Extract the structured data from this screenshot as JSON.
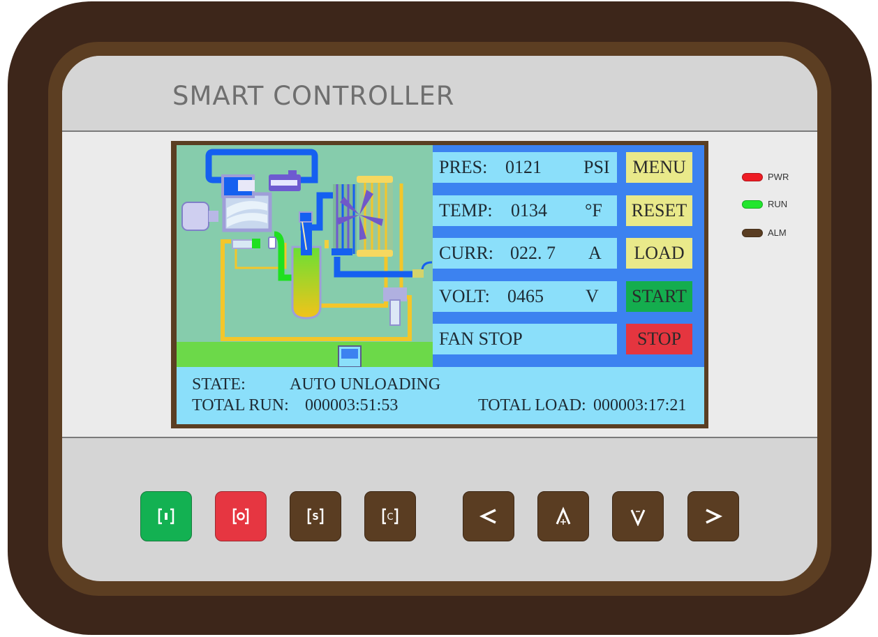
{
  "device": {
    "brand": "SMART CONTROLLER",
    "colors": {
      "bezel_outer": "#3d261a",
      "bezel_inner": "#5c3e22",
      "face": "#d5d5d5",
      "lcd_panel_blue": "#3c82f0",
      "lcd_field": "#8bdffa",
      "diagram_bg": "#86ccac"
    }
  },
  "leds": [
    {
      "label": "PWR",
      "color": "#ee1c24",
      "state": "on"
    },
    {
      "label": "RUN",
      "color": "#22e62e",
      "state": "on"
    },
    {
      "label": "ALM",
      "color": "#5a3d22",
      "state": "off"
    }
  ],
  "lcd": {
    "readings": [
      {
        "label": "PRES:",
        "value": "0121",
        "unit": "PSI"
      },
      {
        "label": "TEMP:",
        "value": "0134",
        "unit": "°F"
      },
      {
        "label": "CURR:",
        "value": "022. 7",
        "unit": "A"
      },
      {
        "label": "VOLT:",
        "value": "0465",
        "unit": "V"
      }
    ],
    "fan_status": "FAN STOP",
    "softkeys": [
      {
        "label": "MENU",
        "color": "#e9e98a"
      },
      {
        "label": "RESET",
        "color": "#e9e98a"
      },
      {
        "label": "LOAD",
        "color": "#e9e98a"
      },
      {
        "label": "START",
        "color": "#14ad4e"
      },
      {
        "label": "STOP",
        "color": "#e5353f"
      }
    ],
    "status": {
      "state_label": "STATE:",
      "state_value": "AUTO UNLOADING",
      "total_run_label": "TOTAL RUN:",
      "total_run_value": "000003:51:53",
      "total_load_label": "TOTAL LOAD:",
      "total_load_value": "000003:17:21"
    }
  },
  "keys": [
    {
      "name": "start-key",
      "glyph": "I",
      "icon": "start-icon",
      "color": "green"
    },
    {
      "name": "stop-key",
      "glyph": "O",
      "icon": "stop-icon",
      "color": "red"
    },
    {
      "name": "set-key",
      "glyph": "S",
      "icon": "set-icon",
      "color": "brown"
    },
    {
      "name": "cancel-key",
      "glyph": "C",
      "icon": "cancel-icon",
      "color": "brown"
    },
    {
      "name": "left-key",
      "glyph": "<",
      "icon": "arrow-left-icon",
      "color": "brown"
    },
    {
      "name": "up-key",
      "glyph": "Λ",
      "icon": "arrow-up-plus-icon",
      "color": "brown"
    },
    {
      "name": "down-key",
      "glyph": "V",
      "icon": "arrow-down-minus-icon",
      "color": "brown"
    },
    {
      "name": "right-key",
      "glyph": ">",
      "icon": "arrow-right-icon",
      "color": "brown"
    }
  ]
}
